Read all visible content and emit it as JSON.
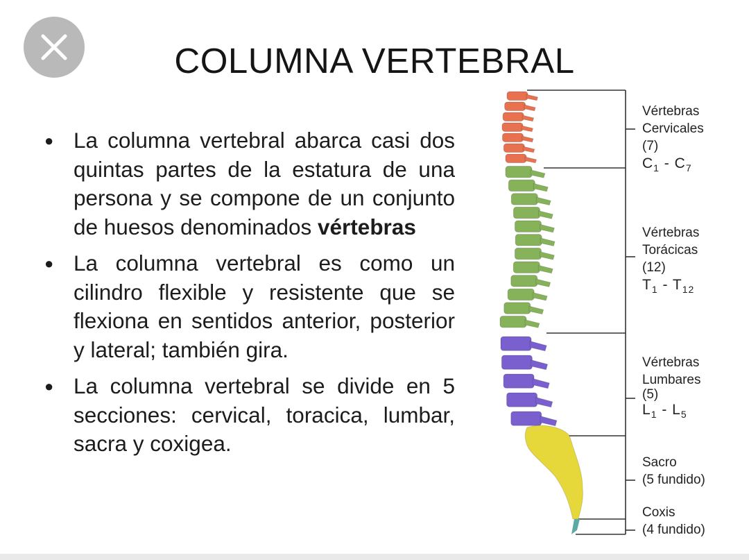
{
  "close": {
    "icon": "close-icon"
  },
  "title": "COLUMNA VERTEBRAL",
  "bullets": {
    "b1_pre": "La columna vertebral abarca casi dos quintas partes de la estatura de una persona y se compone de un conjunto de huesos denominados ",
    "b1_bold": "vértebras",
    "b2": "La columna vertebral es como un cilindro flexible y resistente que se flexiona en sentidos anterior, posterior y lateral; también gira.",
    "b3": "La columna vertebral se divide en 5 secciones: cervical, toracica, lumbar, sacra y coxigea."
  },
  "regions": {
    "cervical": {
      "line1": "Vértebras",
      "line2": "Cervicales",
      "count": "(7)",
      "r1": "C",
      "r1s": "1",
      "sep": " - ",
      "r2": "C",
      "r2s": "7",
      "color": "#e8714f"
    },
    "thoracic": {
      "line1": "Vértebras",
      "line2": "Torácicas",
      "count": "(12)",
      "r1": "T",
      "r1s": "1",
      "sep": " - ",
      "r2": "T",
      "r2s": "12",
      "color": "#86b35a"
    },
    "lumbar": {
      "line1": "Vértebras",
      "line2": "Lumbares",
      "count": "(5)",
      "r1": "L",
      "r1s": "1",
      "sep": " - ",
      "r2": "L",
      "r2s": "5",
      "color": "#7a5fcf"
    },
    "sacrum": {
      "line1": "Sacro",
      "line2": "(5 fundido)",
      "color": "#e6d83a"
    },
    "coccyx": {
      "line1": "Coxis",
      "line2": "(4 fundido)",
      "color": "#5fa9a4"
    }
  }
}
